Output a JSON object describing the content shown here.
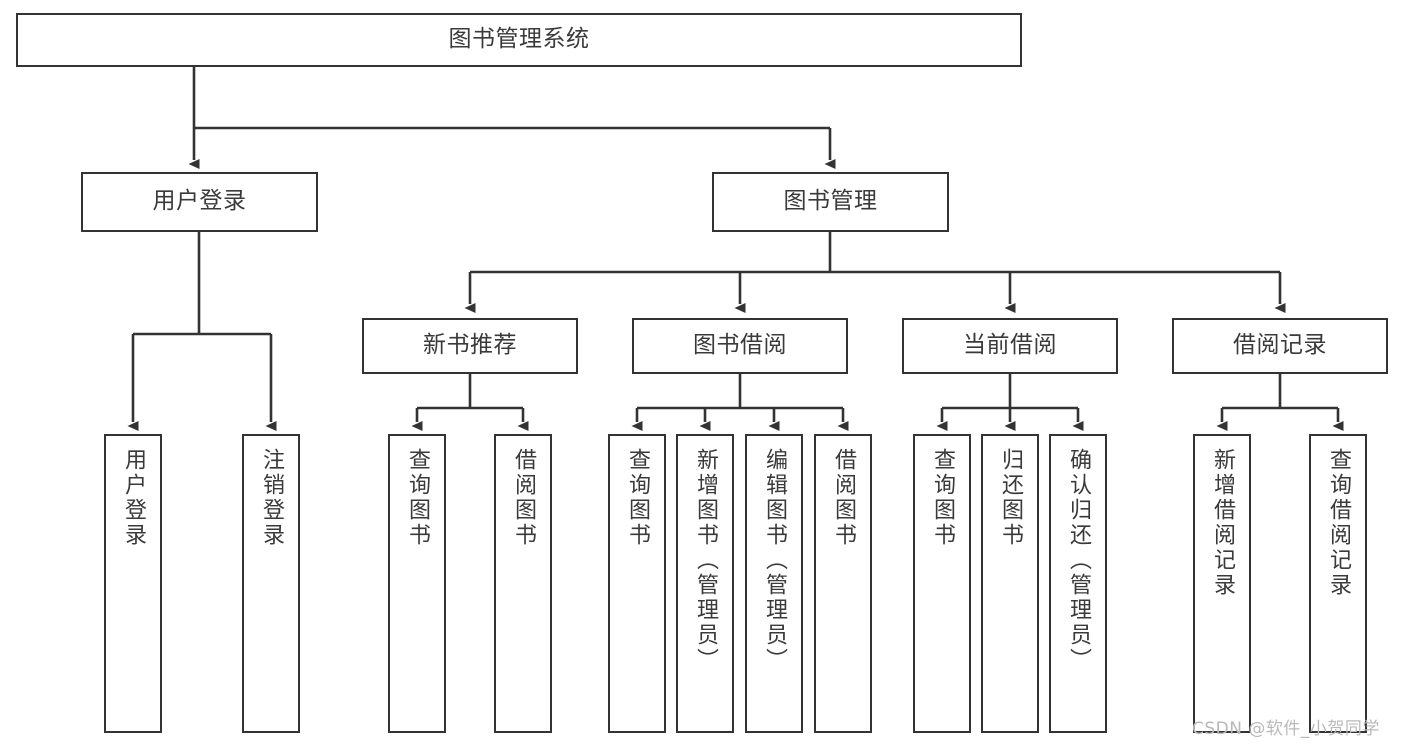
{
  "diagram": {
    "title_node": {
      "label": "图书管理系统"
    },
    "level1": [
      {
        "id": "user-login",
        "label": "用户登录"
      },
      {
        "id": "book-management",
        "label": "图书管理"
      }
    ],
    "level2": [
      {
        "id": "new-book-recommend",
        "label": "新书推荐"
      },
      {
        "id": "book-borrow",
        "label": "图书借阅"
      },
      {
        "id": "current-borrow",
        "label": "当前借阅"
      },
      {
        "id": "borrow-record",
        "label": "借阅记录"
      }
    ],
    "leaves": {
      "user_login": [
        {
          "id": "leaf-user-login",
          "label": "用户登录"
        },
        {
          "id": "leaf-logout-login",
          "label": "注销登录"
        }
      ],
      "new_book_recommend": [
        {
          "id": "leaf-query-book-1",
          "label": "查询图书"
        },
        {
          "id": "leaf-borrow-book-1",
          "label": "借阅图书"
        }
      ],
      "book_borrow": [
        {
          "id": "leaf-query-book-2",
          "label": "查询图书"
        },
        {
          "id": "leaf-add-book",
          "label": "新增图书（管理员）"
        },
        {
          "id": "leaf-edit-book",
          "label": "编辑图书（管理员）"
        },
        {
          "id": "leaf-borrow-book-2",
          "label": "借阅图书"
        }
      ],
      "current_borrow": [
        {
          "id": "leaf-query-book-3",
          "label": "查询图书"
        },
        {
          "id": "leaf-return-book",
          "label": "归还图书"
        },
        {
          "id": "leaf-confirm-return",
          "label": "确认归还（管理员）"
        }
      ],
      "borrow_record": [
        {
          "id": "leaf-add-record",
          "label": "新增借阅记录"
        },
        {
          "id": "leaf-query-record",
          "label": "查询借阅记录"
        }
      ]
    },
    "colors": {
      "border": "#333333",
      "text": "#3a3a3a",
      "background": "#ffffff",
      "watermark": "#b9b9b9"
    }
  },
  "watermark": {
    "text": "CSDN @软件_小贺同学"
  }
}
